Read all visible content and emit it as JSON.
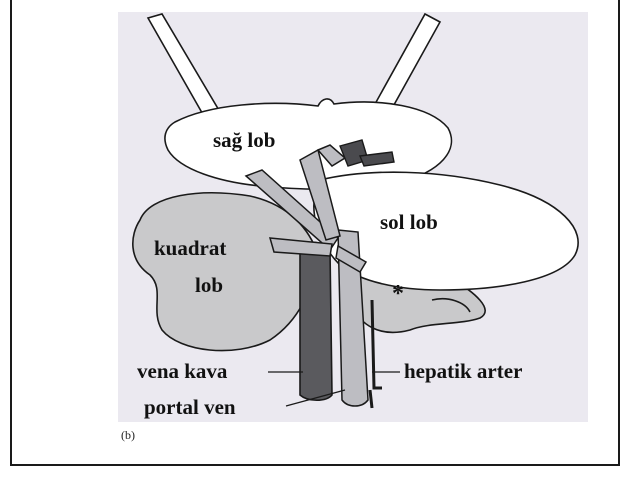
{
  "labels": {
    "right_lobe": "sağ lob",
    "left_lobe": "sol lob",
    "quadrate_top": "kuadrat",
    "quadrate_bottom": "lob",
    "vena_cava": "vena kava",
    "hepatic_artery": "hepatik arter",
    "portal_vein": "portal ven",
    "asterisk": "*",
    "panel": "(b)"
  },
  "colors": {
    "background_panel": "#ebe9f0",
    "lobe_white": "#ffffff",
    "lobe_gray": "#c9c9cb",
    "vessel_dark": "#5a5a5e",
    "vessel_light": "#bdbdc2",
    "outline": "#1a1a1a"
  }
}
